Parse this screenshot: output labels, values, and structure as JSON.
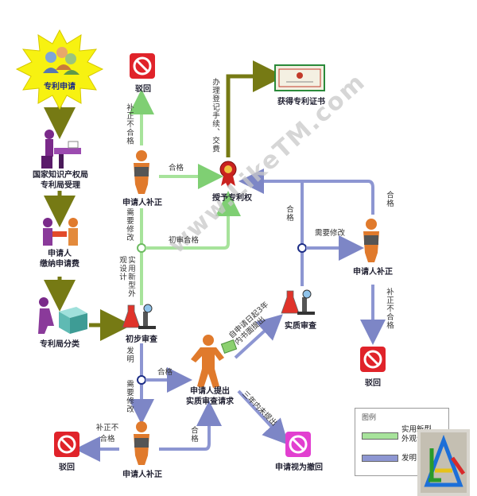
{
  "nodes": {
    "patent_application": "专利申请",
    "sipo_accept": "国家知识产权局\n专利局受理",
    "pay_fee": "申请人\n缴纳申请费",
    "classify": "专利局分类",
    "preliminary_exam": "初步审查",
    "reject_top": "驳回",
    "applicant_amend_top": "申请人补正",
    "grant": "授予专利权",
    "certificate": "获得专利证书",
    "substantive_request": "申请人提出\n实质审查请求",
    "substantive_exam": "实质审查",
    "applicant_amend_right": "申请人补正",
    "reject_right": "驳回",
    "applicant_amend_bottom": "申请人补正",
    "reject_bottom": "驳回",
    "deemed_withdrawn": "申请视为撤回"
  },
  "edge_labels": {
    "amend_fail_top": "补正不合格",
    "pass_top": "合格",
    "need_modify_left": "需要修改",
    "utility_design": "实用新型外观设计",
    "prelim_pass": "初审合格",
    "register_fee": "办理登记手续、交费",
    "invention": "发明",
    "pass_mid": "合格",
    "need_modify_bottom": "需要修改",
    "amend_fail_bottom": "补正不合格",
    "pass_bottom": "合格",
    "within_3_years": "自申请日起3年内书面提出",
    "not_within_3_years": "三年内未提出",
    "pass_sub": "合格",
    "need_modify_right": "需要修改",
    "pass_right": "合格",
    "amend_fail_right": "补正不合格"
  },
  "legend": {
    "title": "图例",
    "utility_label": "实用新型\n外观设计",
    "invention_label": "发明"
  },
  "watermark": "www.LikeTM.com",
  "colors": {
    "olive": "#767a14",
    "green": "#90dc86",
    "blue": "#6e7ac4",
    "navy": "#1d2e86",
    "person": "#e07a2c"
  }
}
